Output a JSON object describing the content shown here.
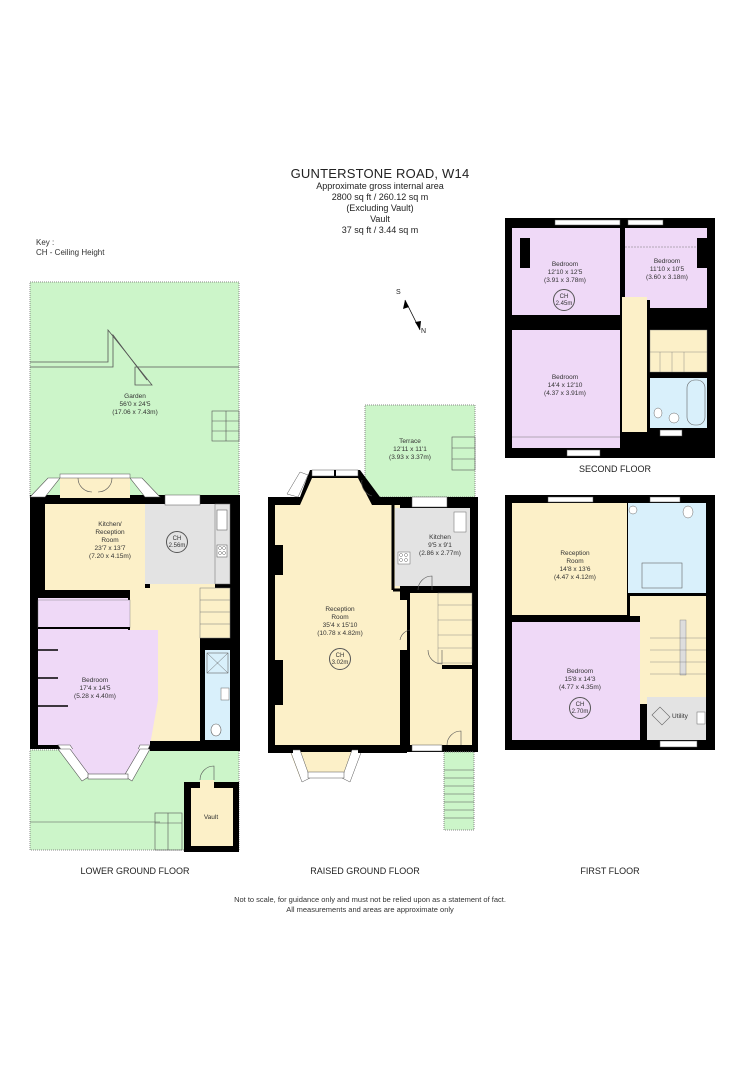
{
  "header": {
    "title": "GUNTERSTONE ROAD, W14",
    "line1": "Approximate gross internal area",
    "line2": "2800 sq ft / 260.12 sq m",
    "line3": "(Excluding Vault)",
    "line4": "Vault",
    "line5": "37 sq ft  / 3.44 sq m"
  },
  "key": {
    "title": "Key :",
    "entry": "CH - Ceiling Height"
  },
  "compass": {
    "s": "S",
    "n": "N"
  },
  "colors": {
    "wall": "#000000",
    "garden": "#ccf5c9",
    "living": "#fcf0c8",
    "bedroom": "#efd9f7",
    "kitchen": "#e3e3e3",
    "bathroom": "#d9f0fb"
  },
  "floors": {
    "lower_ground": {
      "name": "LOWER GROUND FLOOR",
      "rooms": [
        {
          "name": "Garden",
          "imperial": "56'0 x 24'5",
          "metric": "(17.06 x 7.43m)"
        },
        {
          "name": "Kitchen/",
          "name2": "Reception",
          "name3": "Room",
          "imperial": "23'7 x 13'7",
          "metric": "(7.20 x 4.15m)"
        },
        {
          "name": "Bedroom",
          "imperial": "17'4 x 14'5",
          "metric": "(5.28 x 4.40m)"
        },
        {
          "name": "Vault"
        }
      ],
      "ch": {
        "label": "CH",
        "value": "2.56m"
      }
    },
    "raised_ground": {
      "name": "RAISED GROUND FLOOR",
      "rooms": [
        {
          "name": "Terrace",
          "imperial": "12'11 x 11'1",
          "metric": "(3.93 x 3.37m)"
        },
        {
          "name": "Kitchen",
          "imperial": "9'5 x 9'1",
          "metric": "(2.86 x 2.77m)"
        },
        {
          "name": "Reception",
          "name2": "Room",
          "imperial": "35'4 x 15'10",
          "metric": "(10.78 x 4.82m)"
        }
      ],
      "ch": {
        "label": "CH",
        "value": "3.02m"
      }
    },
    "first": {
      "name": "FIRST FLOOR",
      "rooms": [
        {
          "name": "Reception",
          "name2": "Room",
          "imperial": "14'8 x 13'6",
          "metric": "(4.47 x 4.12m)"
        },
        {
          "name": "Bedroom",
          "imperial": "15'8 x 14'3",
          "metric": "(4.77 x 4.35m)"
        },
        {
          "name": "Utility"
        }
      ],
      "ch": {
        "label": "CH",
        "value": "2.70m"
      }
    },
    "second": {
      "name": "SECOND FLOOR",
      "rooms": [
        {
          "name": "Bedroom",
          "imperial": "12'10 x 12'5",
          "metric": "(3.91 x 3.78m)"
        },
        {
          "name": "Bedroom",
          "imperial": "11'10 x 10'5",
          "metric": "(3.60 x 3.18m)"
        },
        {
          "name": "Bedroom",
          "imperial": "14'4 x 12'10",
          "metric": "(4.37 x 3.91m)"
        }
      ],
      "ch": {
        "label": "CH",
        "value": "2.45m"
      }
    }
  },
  "disclaimer": {
    "line1": "Not to scale, for guidance only and must not be relied upon as a statement of fact.",
    "line2": "All measurements and areas are approximate only"
  }
}
